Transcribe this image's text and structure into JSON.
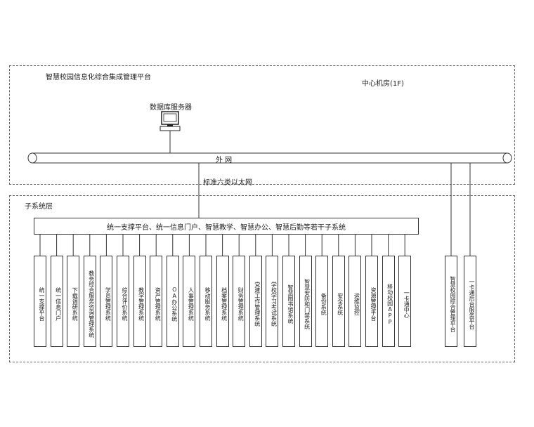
{
  "top_box": {
    "title": "智慧校园信息化综合集成管理平台",
    "room": "中心机房(1F)",
    "server_label": "数据库服务器",
    "network_label": "外  网"
  },
  "ethernet_label": "标准六类以太网",
  "bottom_box": {
    "title": "子系统层",
    "platform_bar": "统一支撑平台、统一信息门户、智慧教学、智慧办公、智慧后勤等若干子系统",
    "subsystems": [
      "统一支撑平台",
      "统一信息门户",
      "下载调研系统",
      "教务综合服务咨询管理系统",
      "学员管理系统",
      "综合评价系统",
      "教学管理系统",
      "资产管理系统",
      "OA办公系统",
      "人事管理系统",
      "移动服务系统",
      "档案管理系统",
      "财务管理系统",
      "党建工作管理系统",
      "学校学习考试系统",
      "智慧图书馆系统",
      "智慧安防和门禁系统",
      "备份系统",
      "安全系统",
      "运维监控",
      "资源管理平台",
      "移动校园APP",
      "一卡通中心"
    ],
    "right_boxes": [
      "智慧校园综合管理平台",
      "一卡通后台服务平台"
    ]
  }
}
